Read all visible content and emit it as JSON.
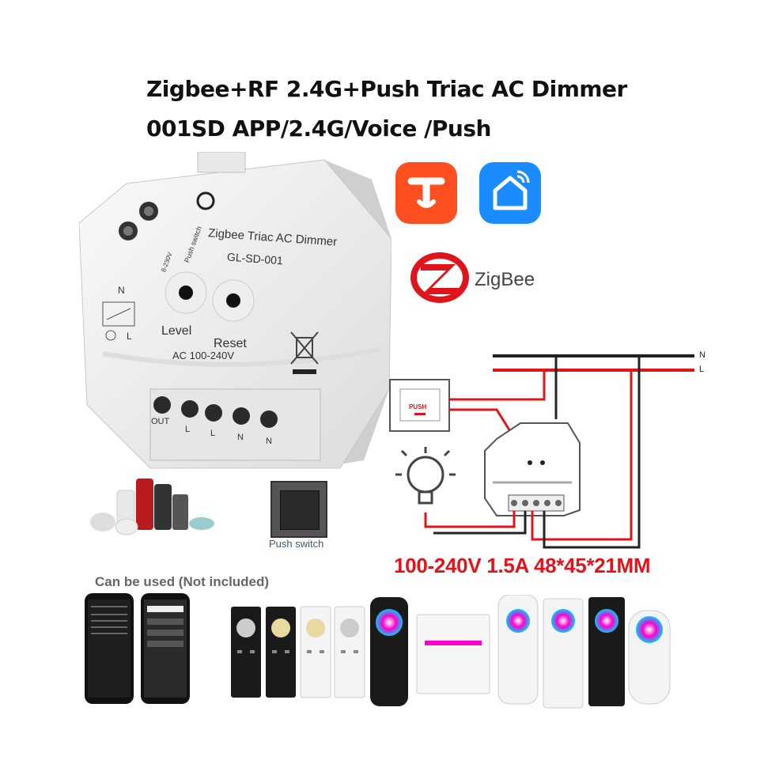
{
  "title": {
    "line1": "Zigbee+RF 2.4G+Push Triac AC Dimmer",
    "line2": "001SD APP/2.4G/Voice /Push"
  },
  "device": {
    "name": "Zigbee Triac AC Dimmer",
    "model": "GL-SD-001",
    "button_level": "Level",
    "button_reset": "Reset",
    "voltage": "AC 100-240V",
    "push_switch_label": "Push switch",
    "push_range": "8-230V",
    "terminal_out": "OUT",
    "terminal_l1": "L",
    "terminal_l2": "L",
    "terminal_n1": "N",
    "terminal_n2": "N",
    "side_n": "N",
    "side_l": "L"
  },
  "logos": {
    "zigbee": "ZigBee",
    "tuya_icon": "tuya-app-icon",
    "smartlife_icon": "smart-life-icon",
    "colors": {
      "tuya": "#ff4e1f",
      "smartlife": "#1a8cff",
      "zigbee_red": "#e0141b"
    }
  },
  "wiring": {
    "n_label": "N",
    "l_label": "L",
    "push_label": "PUSH"
  },
  "specs": "100-240V 1.5A 48*45*21MM",
  "push_switch_caption": "Push switch",
  "compat_note": "Can be used (Not included)"
}
